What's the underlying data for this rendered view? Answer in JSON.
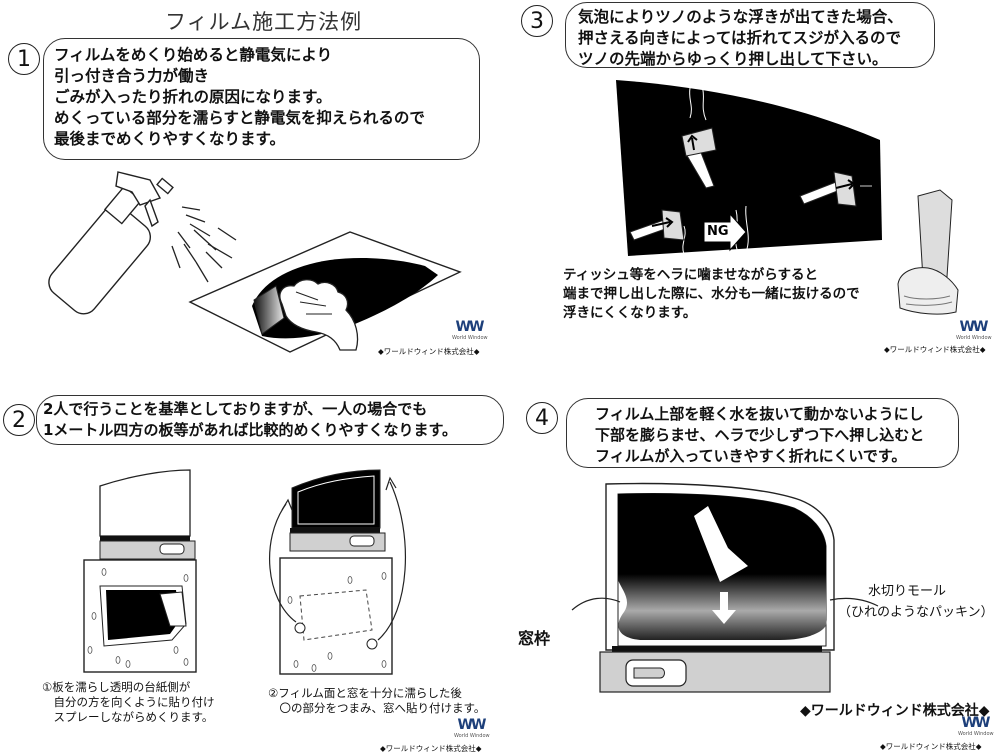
{
  "title": "フィルム施工方法例",
  "steps": [
    {
      "number": "1",
      "lines": [
        "フィルムをめくり始めると静電気により",
        "引っ付き合う力が働き",
        "ごみが入ったり折れの原因になります。",
        "めくっている部分を濡らすと静電気を抑えられるので",
        "最後までめくりやすくなります。"
      ]
    },
    {
      "number": "2",
      "lines": [
        "2人で行うことを基準としておりますが、一人の場合でも",
        "1メートル四方の板等があれば比較的めくりやすくなります。"
      ],
      "caption_left": [
        "①板を濡らし透明の台紙側が",
        "　自分の方を向くように貼り付け",
        "　スプレーしながらめくります。"
      ],
      "caption_right": [
        "②フィルム面と窓を十分に濡らした後",
        "　〇の部分をつまみ、窓へ貼り付けます。"
      ]
    },
    {
      "number": "3",
      "lines": [
        "気泡によりツノのような浮きが出てきた場合、",
        "押さえる向きによっては折れてスジが入るので",
        "ツノの先端からゆっくり押し出して下さい。"
      ],
      "ng_label": "NG",
      "tissue_lines": [
        "ティッシュ等をヘラに噛ませながらすると",
        "端まで押し出した際に、水分も一緒に抜けるので",
        "浮きにくくなります。"
      ]
    },
    {
      "number": "4",
      "lines": [
        "フィルム上部を軽く水を抜いて動かないようにし",
        "下部を膨らませ、ヘラで少しずつ下へ押し込むと",
        "フィルムが入っていきやすく折れにくいです。"
      ],
      "label_frame": "窓枠",
      "label_molding_1": "水切りモール",
      "label_molding_2": "（ひれのようなパッキン）"
    }
  ],
  "logo": {
    "mark": "WW",
    "sub": "World Window"
  },
  "company_small": "◆ワールドウィンド株式会社◆",
  "company_large": "◆ワールドウィンド株式会社◆",
  "colors": {
    "film": "#000000",
    "logo_dark": "#1d3f7a",
    "logo_light": "#2a86c8",
    "rubber": "#d0d0d0"
  }
}
